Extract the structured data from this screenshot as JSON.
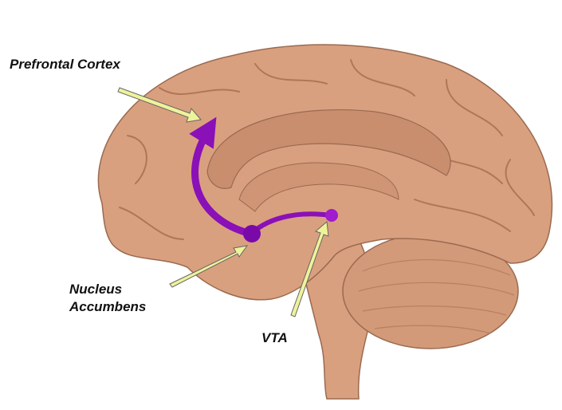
{
  "labels": {
    "prefrontal_cortex": "Prefrontal Cortex",
    "nucleus_accumbens_line1": "Nucleus",
    "nucleus_accumbens_line2": "Accumbens",
    "vta": "VTA"
  },
  "colors": {
    "brain": "#d9a07f",
    "brain_shadow": "#b97f60",
    "pathway": "#8a10b8",
    "pointer": "#eef29a"
  }
}
